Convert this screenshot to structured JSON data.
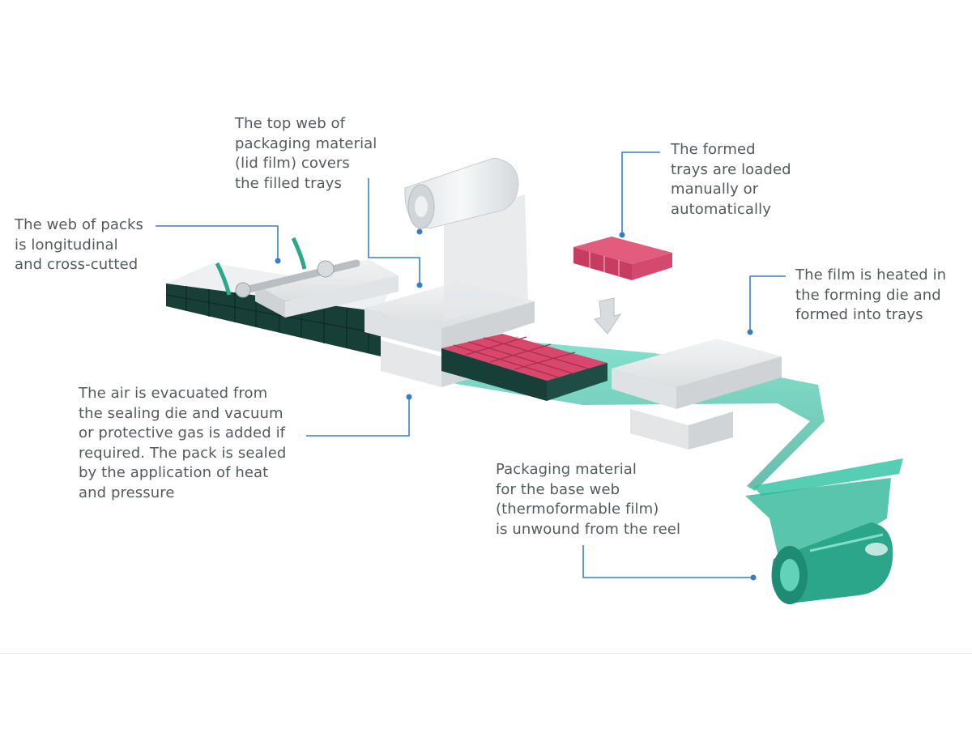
{
  "labels": {
    "lid_film": "The top web of\npackaging material\n(lid film) covers\nthe filled trays",
    "cutting": "The web of packs\nis longitudinal\nand cross-cutted",
    "loading": "The formed\ntrays are loaded\nmanually or\nautomatically",
    "forming": "The film is heated in\nthe forming die and\nformed into trays",
    "sealing": "The air is evacuated from\nthe sealing die and vacuum\nor protective gas is added if\nrequired. The pack is sealed\nby the application of heat\nand pressure",
    "base_web": "Packaging material\nfor the base web\n(thermoformable film)\nis unwound from the reel"
  },
  "colors": {
    "text": "#55595f",
    "leader": "#3f7fc0",
    "film": "#2cb89a",
    "product": "#d94a6f",
    "tray": "#17403a",
    "machine": "#e6e8ea"
  }
}
